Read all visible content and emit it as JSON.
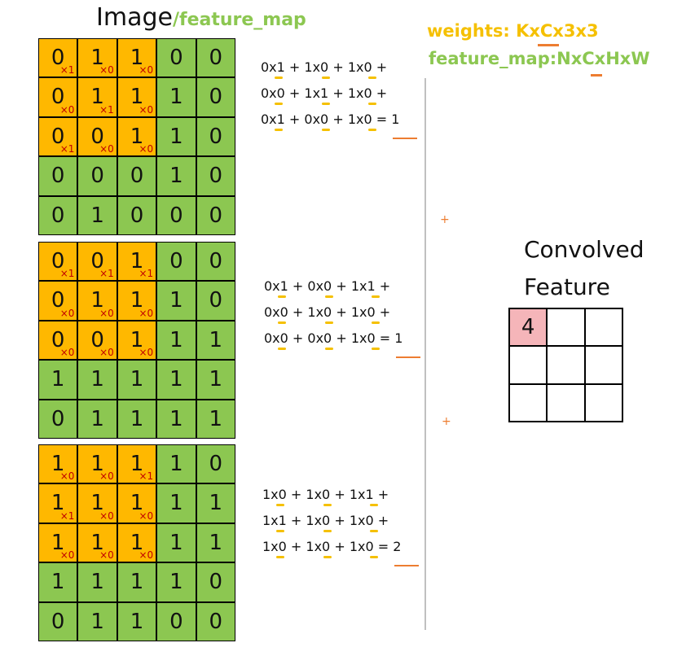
{
  "title": {
    "main": "Image",
    "sub": "/feature_map"
  },
  "legend": {
    "weights": "weights: KxCx3x3",
    "feature_map": "feature_map:NxCxHxW"
  },
  "colors": {
    "patch": "#ffb800",
    "rest": "#8cc751",
    "result": "#f5b5b9",
    "accent": "#ed7d31",
    "underline": "#f5c000"
  },
  "kernels": [
    [
      [
        "1",
        "0",
        "0"
      ],
      [
        "0",
        "1",
        "0"
      ],
      [
        "1",
        "0",
        "0"
      ]
    ],
    [
      [
        "1",
        "1",
        "1"
      ],
      [
        "0",
        "0",
        "0"
      ],
      [
        "0",
        "0",
        "0"
      ]
    ],
    [
      [
        "0",
        "0",
        "1"
      ],
      [
        "1",
        "0",
        "0"
      ],
      [
        "0",
        "0",
        "0"
      ]
    ]
  ],
  "images": [
    [
      [
        "0",
        "1",
        "1",
        "0",
        "0"
      ],
      [
        "0",
        "1",
        "1",
        "1",
        "0"
      ],
      [
        "0",
        "0",
        "1",
        "1",
        "0"
      ],
      [
        "0",
        "0",
        "0",
        "1",
        "0"
      ],
      [
        "0",
        "1",
        "0",
        "0",
        "0"
      ]
    ],
    [
      [
        "0",
        "0",
        "1",
        "0",
        "0"
      ],
      [
        "0",
        "1",
        "1",
        "1",
        "0"
      ],
      [
        "0",
        "0",
        "1",
        "1",
        "1"
      ],
      [
        "1",
        "1",
        "1",
        "1",
        "1"
      ],
      [
        "0",
        "1",
        "1",
        "1",
        "1"
      ]
    ],
    [
      [
        "1",
        "1",
        "1",
        "1",
        "0"
      ],
      [
        "1",
        "1",
        "1",
        "1",
        "1"
      ],
      [
        "1",
        "1",
        "1",
        "1",
        "1"
      ],
      [
        "1",
        "1",
        "1",
        "1",
        "0"
      ],
      [
        "0",
        "1",
        "1",
        "0",
        "0"
      ]
    ]
  ],
  "calculations": [
    [
      "0x1 + 1x0 + 1x0 +",
      "0x0 + 1x1 + 1x0 +",
      "0x1 + 0x0 + 1x0 = 1"
    ],
    [
      "0x1 + 0x0 + 1x1 +",
      "0x0 + 1x0 + 1x0 +",
      "0x0 + 0x0 + 1x0 = 1"
    ],
    [
      "1x0 + 1x0 + 1x1 +",
      "1x1 + 1x0 + 1x0 +",
      "1x0 + 1x0 + 1x0 = 2"
    ]
  ],
  "operators": {
    "plus1": "+",
    "plus2": "+"
  },
  "convolved": {
    "label_line1": "Convolved",
    "label_line2": "Feature",
    "cells": [
      [
        "4",
        "",
        ""
      ],
      [
        "",
        "",
        ""
      ],
      [
        "",
        "",
        ""
      ]
    ]
  }
}
